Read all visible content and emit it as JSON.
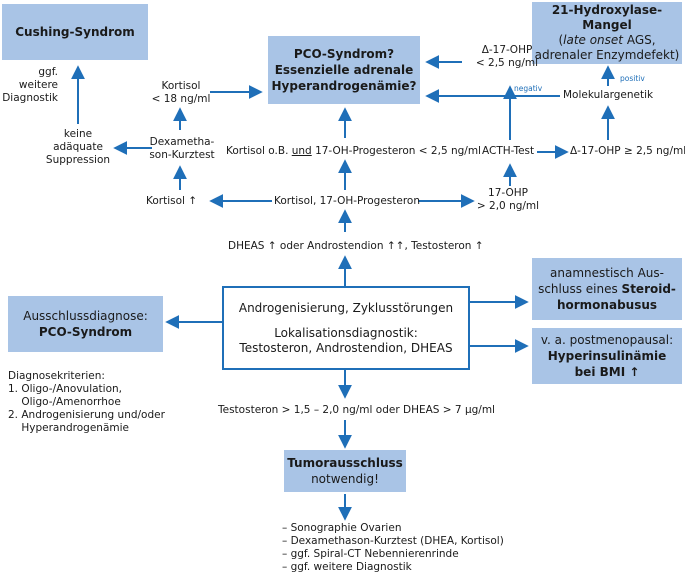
{
  "colors": {
    "arrow": "#1f6fb8",
    "box_fill": "#a9c4e6",
    "box_border": "#1f6fb8"
  },
  "boxes": {
    "cushing": "Cushing-Syndrom",
    "pco": {
      "line1": "PCO-Syndrom?",
      "line2": "Essenzielle adrenale",
      "line3": "Hyperandrogenämie?"
    },
    "hydroxylase": {
      "line1": "21-Hydroxylase-Mangel",
      "line2_italic": "late onset",
      "line2_rest": " AGS,",
      "line3": "adrenaler Enzymdefekt)",
      "paren_open": "("
    },
    "central": {
      "line1": "Androgenisierung, Zyklusstörungen",
      "line2": "Lokalisationsdiagnostik:",
      "line3": "Testosteron, Androstendion, DHEAS"
    },
    "anamnestisch": {
      "line1": "anamnestisch Aus-",
      "line2_pre": "schluss eines ",
      "line2_bold": "Steroid-",
      "line3_bold": "hormonabusus"
    },
    "postmeno": {
      "line1": "v. a. postmenopausal:",
      "line2_bold": "Hyperinsulinämie",
      "line3_bold": "bei BMI ↑"
    },
    "ausschluss": {
      "line1": "Ausschlussdiagnose:",
      "line2_bold": "PCO-Syndrom"
    },
    "tumor": {
      "line1_bold": "Tumorausschluss",
      "line2": "notwendig!"
    }
  },
  "labels": {
    "weitere_diag": "ggf. weitere\nDiagnostik",
    "keine_supp": "keine\nadäquate\nSuppression",
    "kortisol_18": "Kortisol\n< 18 ng/ml",
    "dexa": "Dexametha-\nson-Kurztest",
    "kortisol_up": "Kortisol ↑",
    "kortisol_ob_pre": "Kortisol o.B. ",
    "kortisol_ob_und": "und",
    "kortisol_ob_post": " 17-OH-Progesteron < 2,5 ng/ml",
    "kortisol_17oh": "Kortisol, 17-OH-Progesteron",
    "delta_low": "Δ-17-OHP\n< 2,5 ng/ml",
    "acth": "ACTH-Test",
    "delta_high": "Δ-17-OHP ≥ 2,5 ng/ml",
    "ohp_20": "17-OHP\n> 2,0 ng/ml",
    "molekular": "Molekulargenetik",
    "negativ": "negativ",
    "positiv": "positiv",
    "dheas": "DHEAS ↑ oder Androstendion ↑↑, Testosteron ↑",
    "testo": "Testosteron > 1,5 – 2,0 ng/ml oder DHEAS > 7 µg/ml"
  },
  "kriterien": {
    "title": "Diagnosekriterien:",
    "items": [
      "1. Oligo-/Anovulation,",
      "    Oligo-/Amenorrhoe",
      "2. Androgenisierung und/oder",
      "    Hyperandrogenämie"
    ]
  },
  "tumor_list": [
    "– Sonographie Ovarien",
    "– Dexamethason-Kurztest (DHEA, Kortisol)",
    "– ggf. Spiral-CT Nebennierenrinde",
    "– ggf. weitere Diagnostik"
  ]
}
